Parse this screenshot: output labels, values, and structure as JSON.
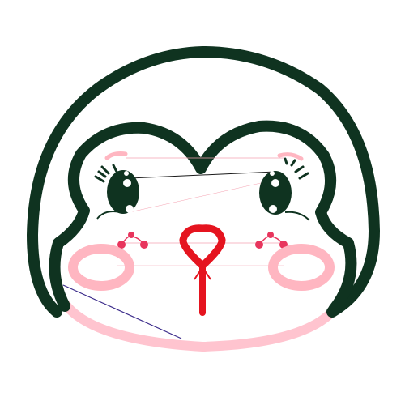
{
  "artwork": {
    "subject": "embroidered-penguin-face",
    "colors": {
      "outline": "#0f3320",
      "face_fill": "#ffffff",
      "blush": "#ffb6c1",
      "chin_pink": "#ffc4cf",
      "beak": "#e5141f",
      "cheek_dots": "#e8355d",
      "stitch_line_pink": "#f4a0b0",
      "stitch_line_dark": "#1a1a1a",
      "stitch_line_purple": "#3a2a8a",
      "highlight": "#ffffff"
    },
    "icons": [
      "penguin-head-outline",
      "eye-left",
      "eye-right",
      "beak",
      "blush-left",
      "blush-right"
    ]
  }
}
